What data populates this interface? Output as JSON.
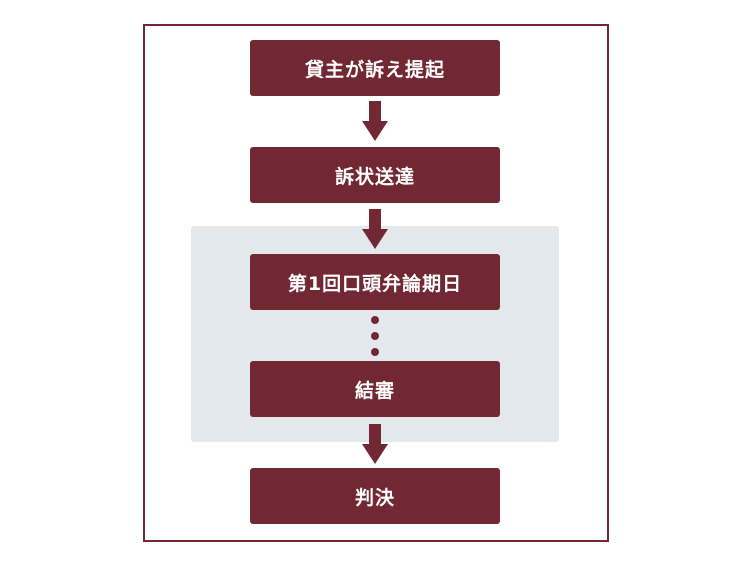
{
  "flow": {
    "steps": [
      {
        "label": "貸主が訴え提起"
      },
      {
        "label": "訴状送達"
      },
      {
        "label": "第1回口頭弁論期日"
      },
      {
        "label": "結審"
      },
      {
        "label": "判決"
      }
    ]
  },
  "colors": {
    "accent": "#722833",
    "panel": "#e3e8ec",
    "text": "#ffffff"
  }
}
